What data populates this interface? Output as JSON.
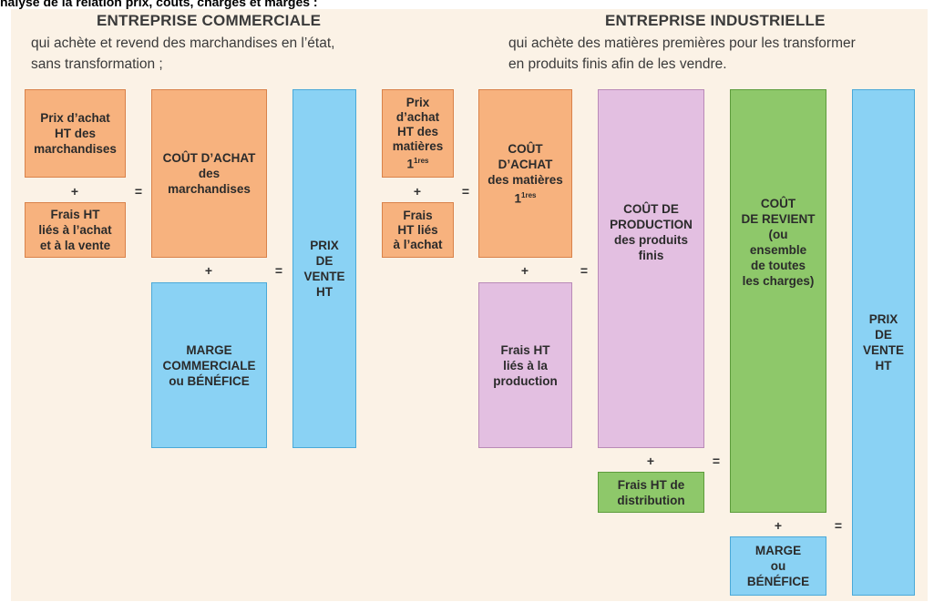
{
  "caption": "nalyse de la relation prix, coûts, charges et marges :",
  "commercial": {
    "title": "ENTREPRISE COMMERCIALE",
    "desc_line1": "qui achète et revend des marchandises en l’état,",
    "desc_line2": "sans transformation ;",
    "boxes": {
      "prix_achat": "Prix d’achat\nHT des\nmarchandises",
      "frais_achat_vente": "Frais HT\nliés à l’achat\net à la vente",
      "cout_achat": "COÛT D’ACHAT\ndes\nmarchandises",
      "marge": "MARGE\nCOMMERCIALE\nou BÉNÉFICE",
      "prix_vente": "PRIX\nDE\nVENTE\nHT"
    }
  },
  "industriel": {
    "title": "ENTREPRISE INDUSTRIELLE",
    "desc_line1": "qui achète des matières premières pour les transformer",
    "desc_line2": "en produits finis afin de les vendre.",
    "boxes": {
      "prix_achat": "Prix\nd’achat\nHT des\nmatières",
      "prix_achat_sup": "1res",
      "frais_achat": "Frais\nHT liés\nà l’achat",
      "cout_achat": "COÛT\nD’ACHAT\ndes matières",
      "cout_achat_sup": "1res",
      "frais_production": "Frais HT\nliés à la\nproduction",
      "cout_production": "COÛT DE\nPRODUCTION\ndes produits\nfinis",
      "frais_distribution": "Frais HT de\ndistribution",
      "cout_revient": "COÛT\nDE REVIENT\n(ou\nensemble\nde toutes\nles charges)",
      "marge": "MARGE\nou\nBÉNÉFICE",
      "prix_vente": "PRIX\nDE\nVENTE\nHT"
    }
  },
  "operators": {
    "plus": "+",
    "equals": "="
  },
  "colors": {
    "orange": "#f7b27e",
    "blue": "#8ad2f4",
    "pink": "#e3bfe1",
    "green": "#8ec86a",
    "background": "#fbf2e6"
  }
}
